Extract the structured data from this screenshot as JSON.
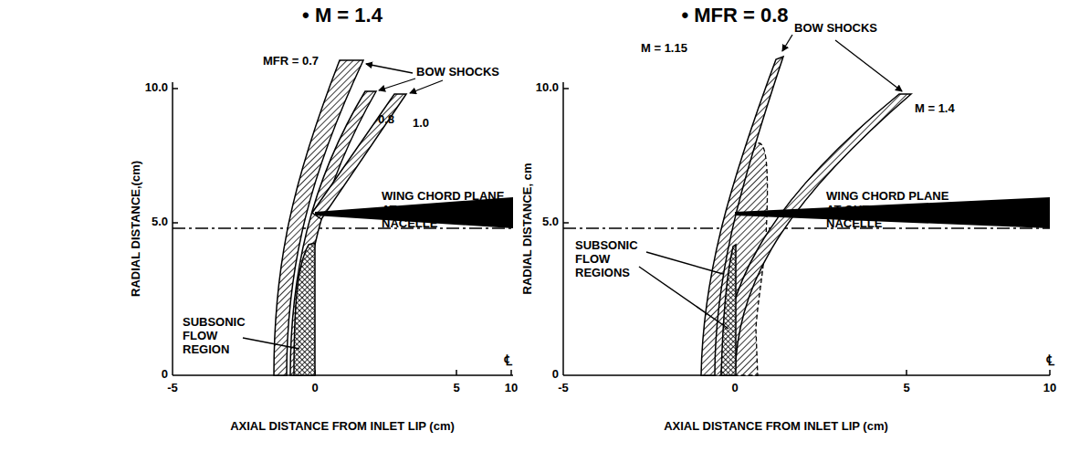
{
  "diagram": {
    "labels": [
      "• M = 1.4",
      "RADIAL DISTANCE,(cm)",
      "10.0",
      "5.0",
      "0",
      "MFR = 0.7",
      "0.8",
      "1.0",
      "BOW SHOCKS",
      "WING CHORD PLANE AT OUTBOARD NACELLE",
      "SUBSONIC FLOW REGION",
      "℄",
      "-5",
      "0",
      "5",
      "10",
      "AXIAL DISTANCE FROM INLET LIP (cm)",
      "• MFR = 0.8",
      "RADIAL DISTANCE, cm",
      "10.0",
      "5.0",
      "0",
      "M = 1.15",
      "BOW SHOCKS",
      "M = 1.4",
      "WING CHORD PLANE AT OUTBOARD NACELLE",
      "SUBSONIC FLOW REGIONS",
      "℄",
      "-5",
      "0",
      "5",
      "10",
      "AXIAL DISTANCE FROM INLET LIP (cm)"
    ]
  }
}
